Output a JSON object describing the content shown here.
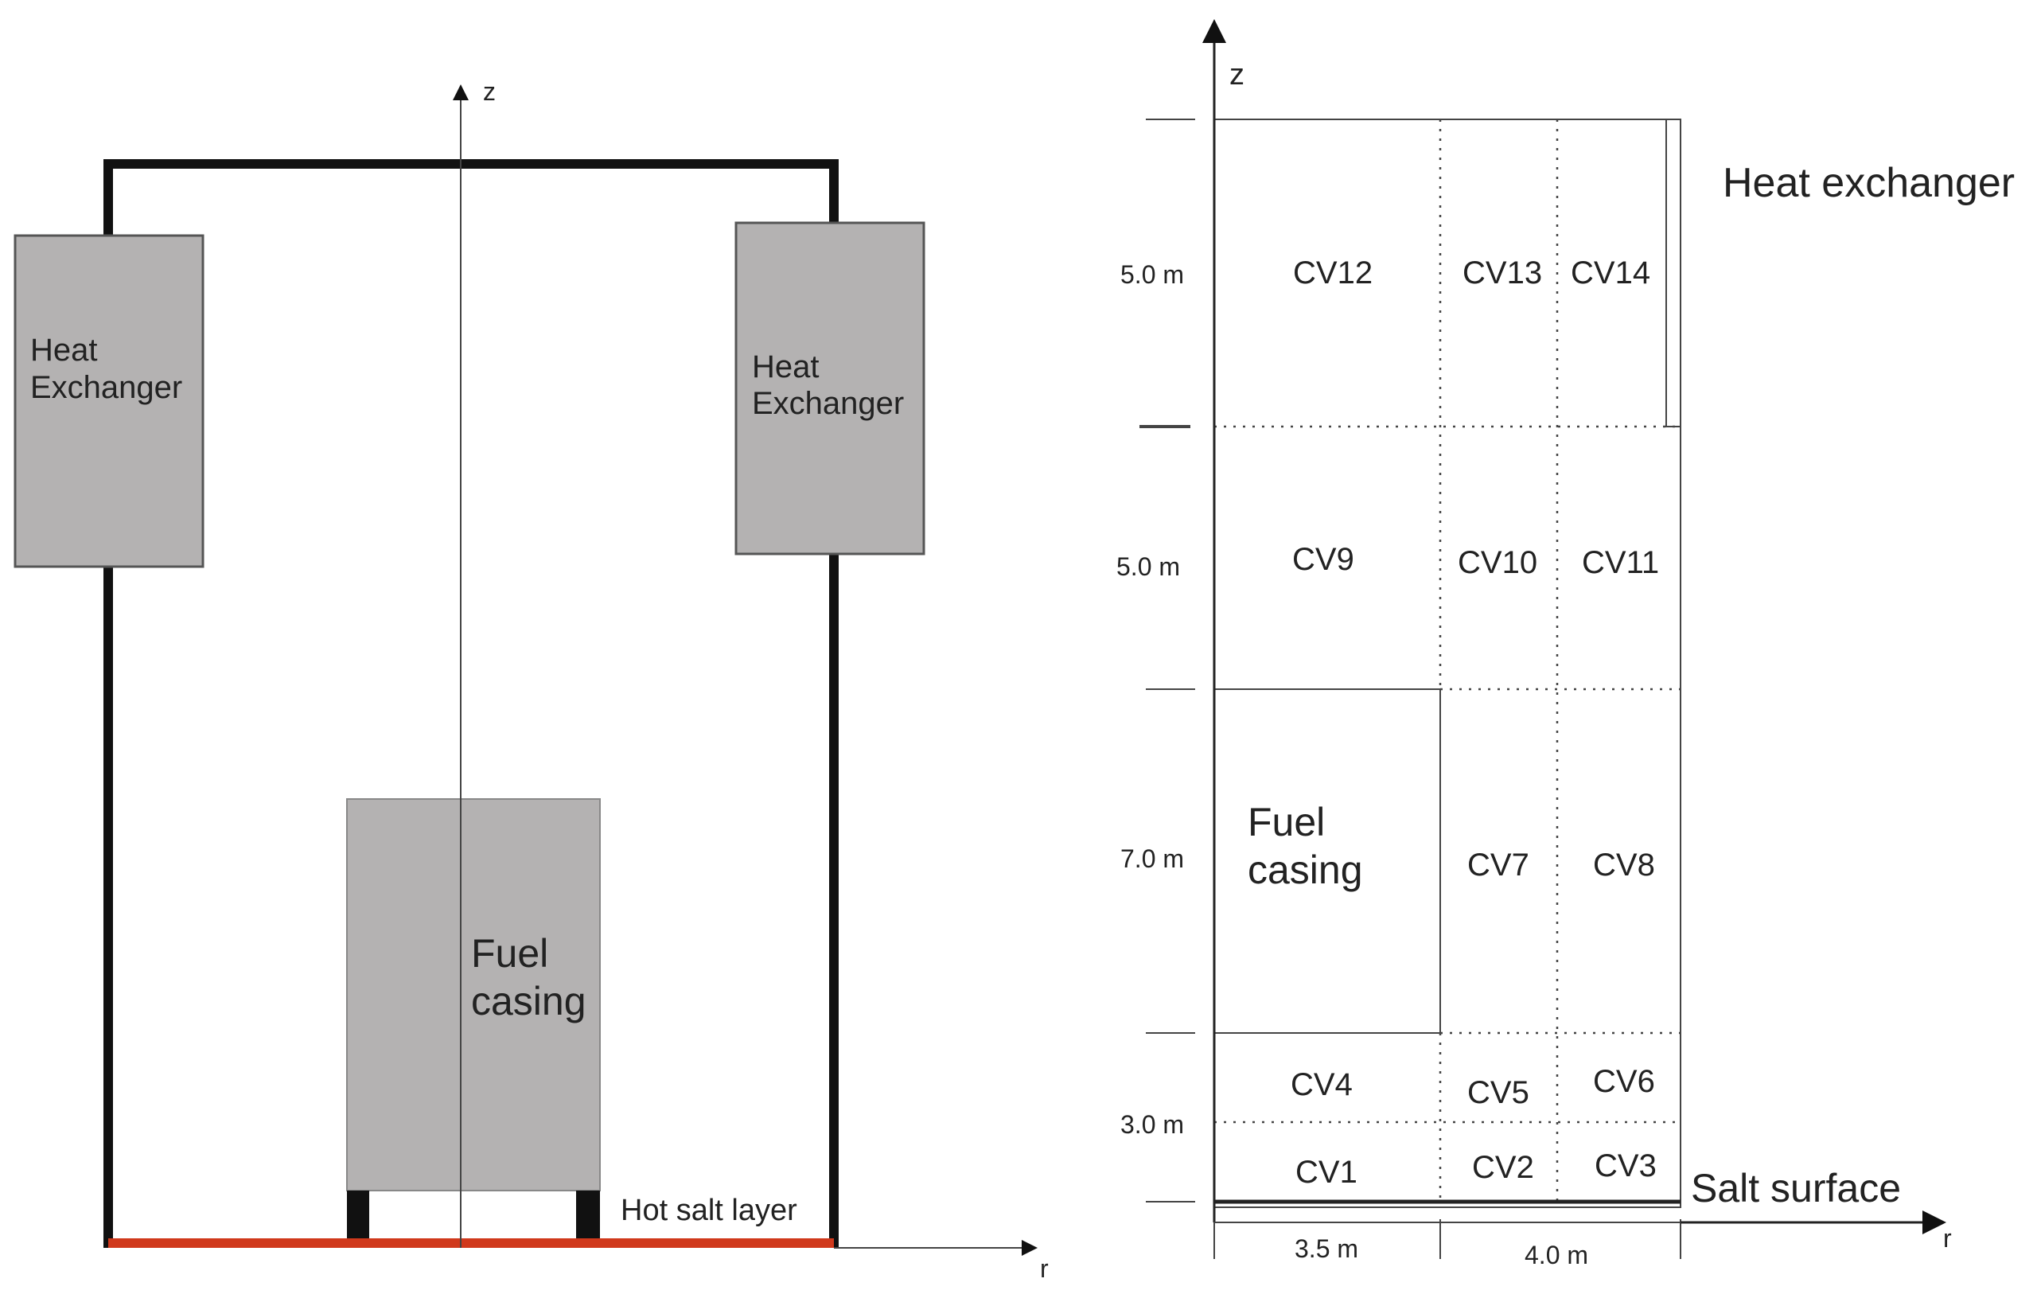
{
  "left": {
    "axis_z": "z",
    "axis_r": "r",
    "hx_left": [
      "Heat",
      "Exchanger"
    ],
    "hx_right": [
      "Heat",
      "Exchanger"
    ],
    "fuel": [
      "Fuel",
      "casing"
    ],
    "hot_salt": "Hot salt layer"
  },
  "right": {
    "axis_z": "z",
    "axis_r": "r",
    "heat_exchanger": "Heat exchanger",
    "salt_surface": "Salt surface",
    "fuel": [
      "Fuel",
      "casing"
    ],
    "dims": {
      "d5a": "5.0 m",
      "d5b": "5.0 m",
      "d7": "7.0 m",
      "d3": "3.0 m",
      "w35": "3.5 m",
      "w40": "4.0 m"
    },
    "cells": {
      "cv1": "CV1",
      "cv2": "CV2",
      "cv3": "CV3",
      "cv4": "CV4",
      "cv5": "CV5",
      "cv6": "CV6",
      "cv7": "CV7",
      "cv8": "CV8",
      "cv9": "CV9",
      "cv10": "CV10",
      "cv11": "CV11",
      "cv12": "CV12",
      "cv13": "CV13",
      "cv14": "CV14"
    }
  },
  "colors": {
    "component_fill": "#b4b2b2",
    "hot_salt": "#d0391c",
    "frame": "#111111"
  }
}
